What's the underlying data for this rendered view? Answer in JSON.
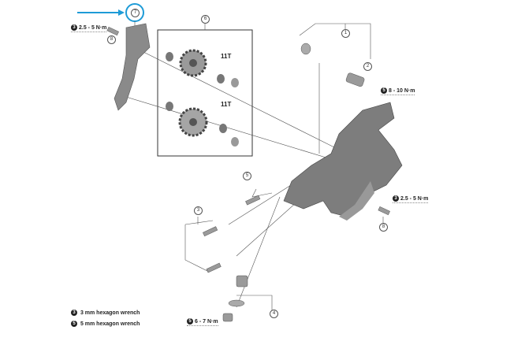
{
  "callouts": {
    "c1": "1",
    "c2": "2",
    "c3": "3",
    "c4": "4",
    "c5": "5",
    "c6": "6",
    "c7": "7",
    "c8a": "8",
    "c8b": "8"
  },
  "torques": {
    "t_top_left": {
      "tool": "3",
      "value": "2.5 - 5 N·m"
    },
    "t_top_right": {
      "tool": "5",
      "value": "8 - 10 N·m"
    },
    "t_mid_right": {
      "tool": "3",
      "value": "2.5 - 5 N·m"
    },
    "t_bottom": {
      "tool": "5",
      "value": "6 - 7 N·m"
    }
  },
  "pulleys": {
    "upper_teeth": "11T",
    "lower_teeth": "11T"
  },
  "legend": [
    {
      "badge": "3",
      "label": "3 mm hexagon wrench"
    },
    {
      "badge": "5",
      "label": "5 mm hexagon wrench"
    }
  ],
  "colors": {
    "highlight": "#1e9bd7",
    "part": "#8a8a8a",
    "dark": "#222222"
  }
}
